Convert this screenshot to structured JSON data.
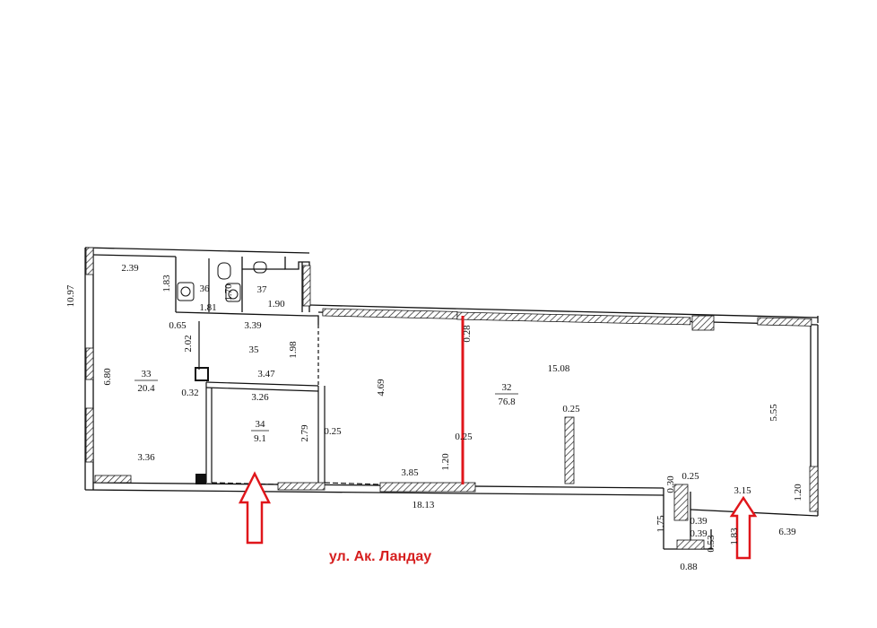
{
  "plan": {
    "street_label": "ул. Ак. Ландау",
    "accent_color": "#e0161b",
    "rooms": [
      {
        "id": "room-33",
        "number": "33",
        "area": "20.4"
      },
      {
        "id": "room-34",
        "number": "34",
        "area": "9.1"
      },
      {
        "id": "room-32",
        "number": "32",
        "area": "76.8"
      },
      {
        "id": "room-35",
        "number": "35"
      },
      {
        "id": "room-36",
        "number": "36"
      },
      {
        "id": "room-37",
        "number": "37"
      }
    ],
    "dimensions": {
      "d_10_97": "10.97",
      "d_2_39": "2.39",
      "d_1_83": "1.83",
      "d_1_70": "1.70",
      "d_1_81": "1.81",
      "d_1_90": "1.90",
      "d_0_65": "0.65",
      "d_3_39": "3.39",
      "d_2_02": "2.02",
      "d_1_98": "1.98",
      "d_3_47": "3.47",
      "d_0_32": "0.32",
      "d_3_26": "3.26",
      "d_6_80": "6.80",
      "d_2_79": "2.79",
      "d_0_25_a": "0.25",
      "d_3_36": "3.36",
      "d_4_69": "4.69",
      "d_0_28": "0.28",
      "d_15_08": "15.08",
      "d_0_25_b": "0.25",
      "d_0_25_c": "0.25",
      "d_5_55": "5.55",
      "d_1_20_a": "1.20",
      "d_3_85": "3.85",
      "d_18_13": "18.13",
      "d_0_30": "0.30",
      "d_0_25_d": "0.25",
      "d_3_15": "3.15",
      "d_1_20_b": "1.20",
      "d_1_75": "1.75",
      "d_0_39": "0.39",
      "d_0_39_b": "0.39",
      "d_0_53": "0.53",
      "d_1_83_b": "1.83",
      "d_6_39": "6.39",
      "d_0_88": "0.88"
    }
  }
}
